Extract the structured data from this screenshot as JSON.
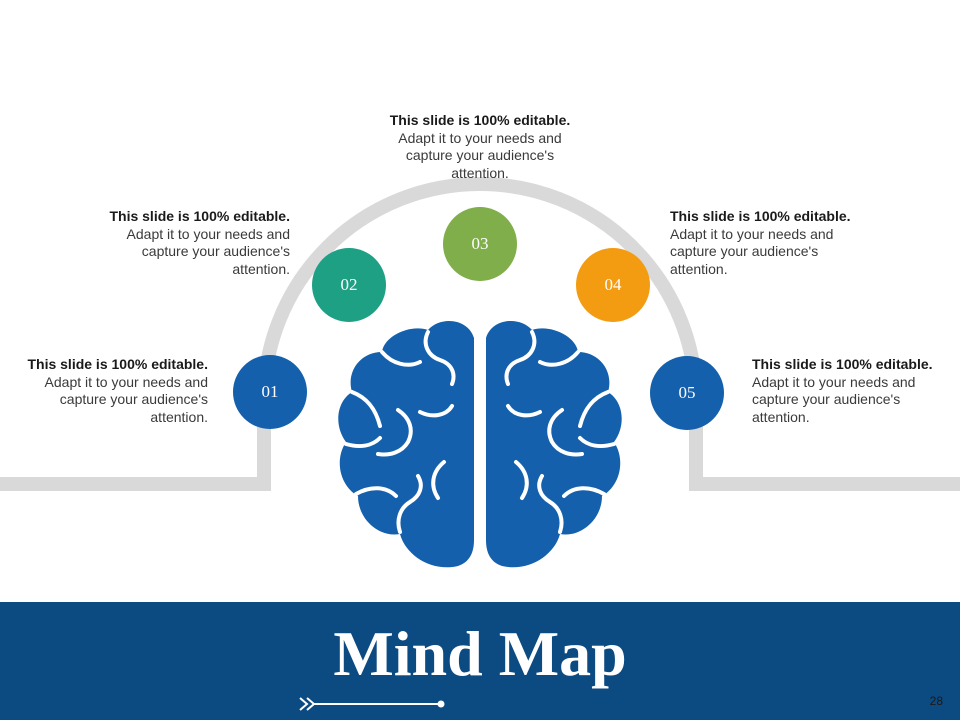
{
  "colors": {
    "brain": "#1560ac",
    "track": "#d9d9d9",
    "footer_band": "#0c4a82",
    "node_01": "#1560ac",
    "node_02": "#1ea085",
    "node_03": "#7fae4a",
    "node_04": "#f39c12",
    "node_05": "#1560ac"
  },
  "icons": {
    "center": "brain-icon",
    "footer": "double-chevron-line-icon"
  },
  "nodes": [
    {
      "number": "01",
      "title": "This slide is 100% editable.",
      "body": "Adapt it to your needs and capture your audience's attention."
    },
    {
      "number": "02",
      "title": "This slide is 100% editable.",
      "body": "Adapt it to your needs and capture your audience's attention."
    },
    {
      "number": "03",
      "title": "This slide is 100% editable.",
      "body": "Adapt it to your needs and capture your audience's attention."
    },
    {
      "number": "04",
      "title": "This slide is 100% editable.",
      "body": "Adapt it to your needs and capture your audience's attention."
    },
    {
      "number": "05",
      "title": "This slide is 100% editable.",
      "body": "Adapt it to your needs and capture your audience's attention."
    }
  ],
  "footer": {
    "title": "Mind Map",
    "page_number": "28"
  }
}
